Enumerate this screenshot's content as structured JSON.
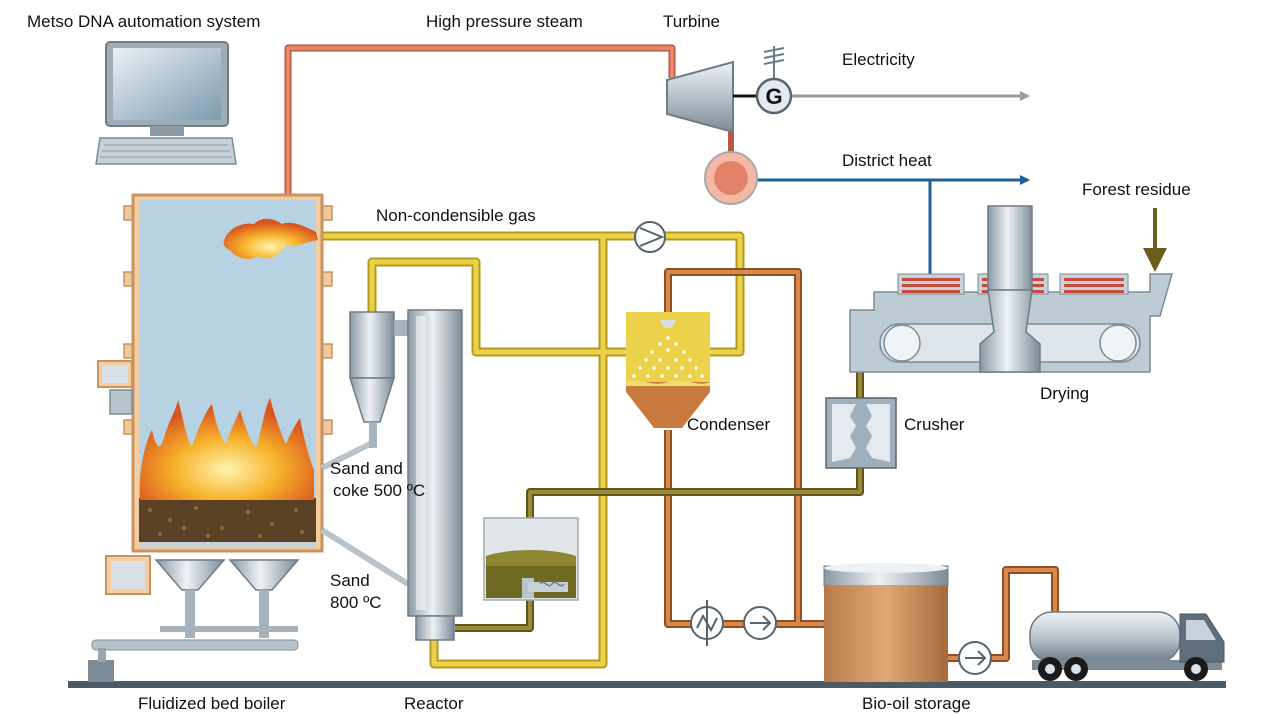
{
  "labels": {
    "automation": "Metso DNA automation system",
    "steam": "High pressure steam",
    "turbine": "Turbine",
    "electricity": "Electricity",
    "generator": "G",
    "district_heat": "District heat",
    "forest_residue": "Forest residue",
    "noncond_gas": "Non-condensible gas",
    "condenser": "Condenser",
    "crusher": "Crusher",
    "drying": "Drying",
    "sand_coke_1": "Sand and",
    "sand_coke_2": "coke 500 ºC",
    "sand_800_1": "Sand",
    "sand_800_2": "800 ºC",
    "boiler": "Fluidized bed boiler",
    "reactor": "Reactor",
    "bio_oil": "Bio-oil storage"
  },
  "colors": {
    "steam": "#e07a5f",
    "gas": "#e6c93a",
    "oil": "#c8743e",
    "residue": "#8a7a2e",
    "heat": "#1f5f9e",
    "electric": "#9a9a9a",
    "steel": "#b8c4cc",
    "ground": "#4a5a66"
  }
}
